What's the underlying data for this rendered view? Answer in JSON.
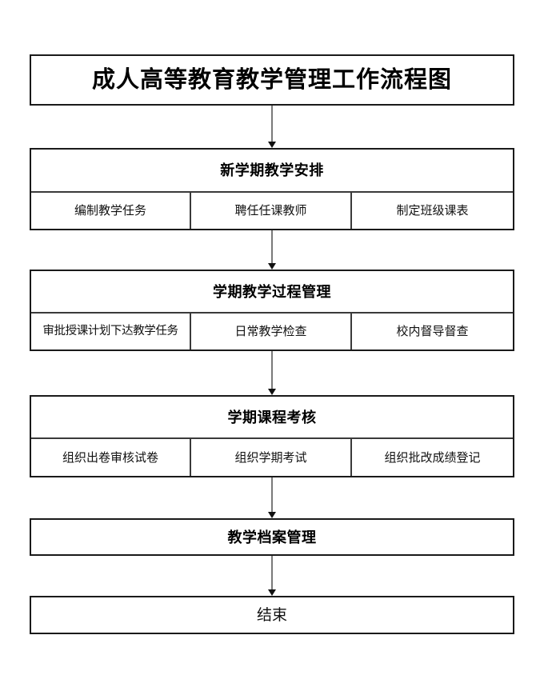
{
  "document": {
    "title": "成人高等教育教学管理工作流程图",
    "background_color": "#ffffff",
    "border_color": "#1a1a1a",
    "arrow_color": "#7a7a7a"
  },
  "flow": {
    "title_box": {
      "label": "成人高等教育教学管理工作流程图"
    },
    "stages": [
      {
        "header": "新学期教学安排",
        "cells": [
          "编制教学任务",
          "聘任任课教师",
          "制定班级课表"
        ]
      },
      {
        "header": "学期教学过程管理",
        "cells": [
          "审批授课计划下达教学任务",
          "日常教学检查",
          "校内督导督查"
        ]
      },
      {
        "header": "学期课程考核",
        "cells": [
          "组织出卷审核试卷",
          "组织学期考试",
          "组织批改成绩登记"
        ]
      }
    ],
    "archive_box": {
      "label": "教学档案管理"
    },
    "end_box": {
      "label": "结束"
    },
    "connectors": [
      {
        "name": "title-to-stage-1",
        "icon": "down-arrow-icon"
      },
      {
        "name": "stage-1-to-stage-2",
        "icon": "down-arrow-icon"
      },
      {
        "name": "stage-2-to-stage-3",
        "icon": "down-arrow-icon"
      },
      {
        "name": "stage-3-to-archive",
        "icon": "down-arrow-icon"
      },
      {
        "name": "archive-to-end",
        "icon": "down-arrow-icon"
      }
    ]
  }
}
